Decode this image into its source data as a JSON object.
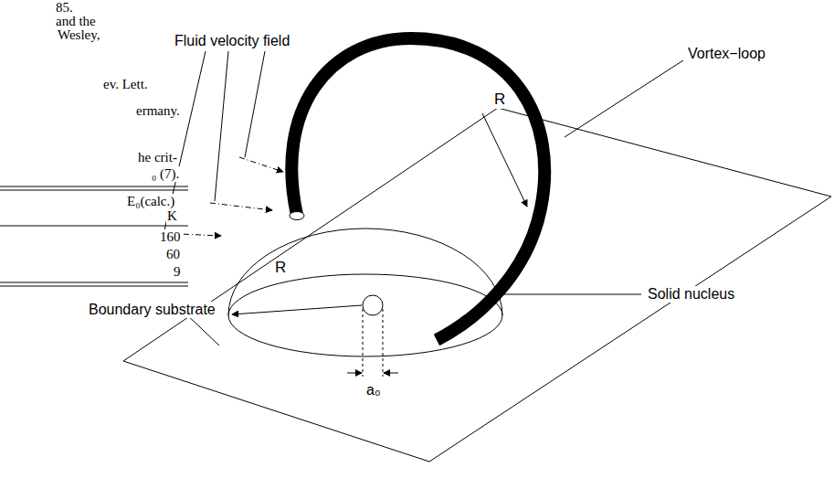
{
  "diagram": {
    "labels": [
      "85.",
      "and the",
      "Wesley,",
      "ev. Lett.",
      "ermany.",
      "he crit-",
      "₀ (7).",
      "E₀(calc.)",
      "K",
      "160",
      "60",
      "9",
      "Fluid velocity field",
      "Vortex−loop",
      "R",
      "Solid nucleus",
      "R",
      "a₀",
      "Boundary substrate"
    ]
  }
}
